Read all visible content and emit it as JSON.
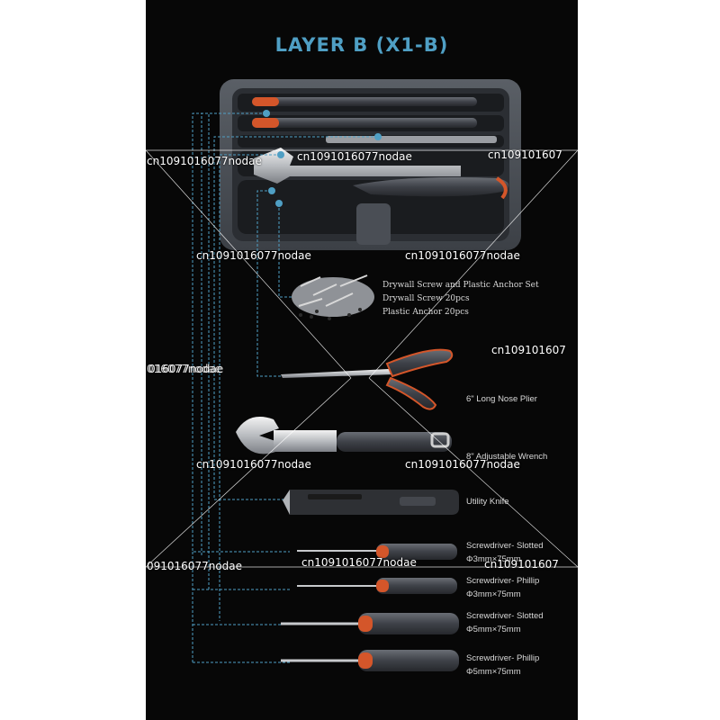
{
  "title": "LAYER B (X1-B)",
  "items": [
    {
      "lines": [
        "Drywall Screw and Plastic Anchor Set",
        "Drywall Screw 20pcs",
        "Plastic Anchor 20pcs"
      ]
    },
    {
      "lines": [
        "6\" Long Nose Plier"
      ]
    },
    {
      "lines": [
        "8\" Adjustable Wrench"
      ]
    },
    {
      "lines": [
        "Utility Knife"
      ]
    },
    {
      "lines": [
        "Screwdriver- Slotted",
        "Φ3mm×75mm"
      ]
    },
    {
      "lines": [
        "Screwdriver- Phillip",
        "Φ3mm×75mm"
      ]
    },
    {
      "lines": [
        "Screwdriver- Slotted",
        "Φ5mm×75mm"
      ]
    },
    {
      "lines": [
        "Screwdriver- Phillip",
        "Φ5mm×75mm"
      ]
    }
  ],
  "watermarks": [
    "cn1091016077nodae",
    "016077nodae",
    "cn1091016077nodae",
    "cn1091016077nodae",
    "cn1091016077nodae",
    "016077nodae",
    "cn1091016077nodae",
    "cn1091016077nodae",
    "091016077nodae",
    "cn1091016077nodae",
    "cn109101607",
    "cn109101607",
    "cn109101607"
  ],
  "colors": {
    "accent": "#4f9fc4",
    "background": "#070707",
    "handle_orange": "#d4562a",
    "handle_grey": "#3e4148"
  }
}
